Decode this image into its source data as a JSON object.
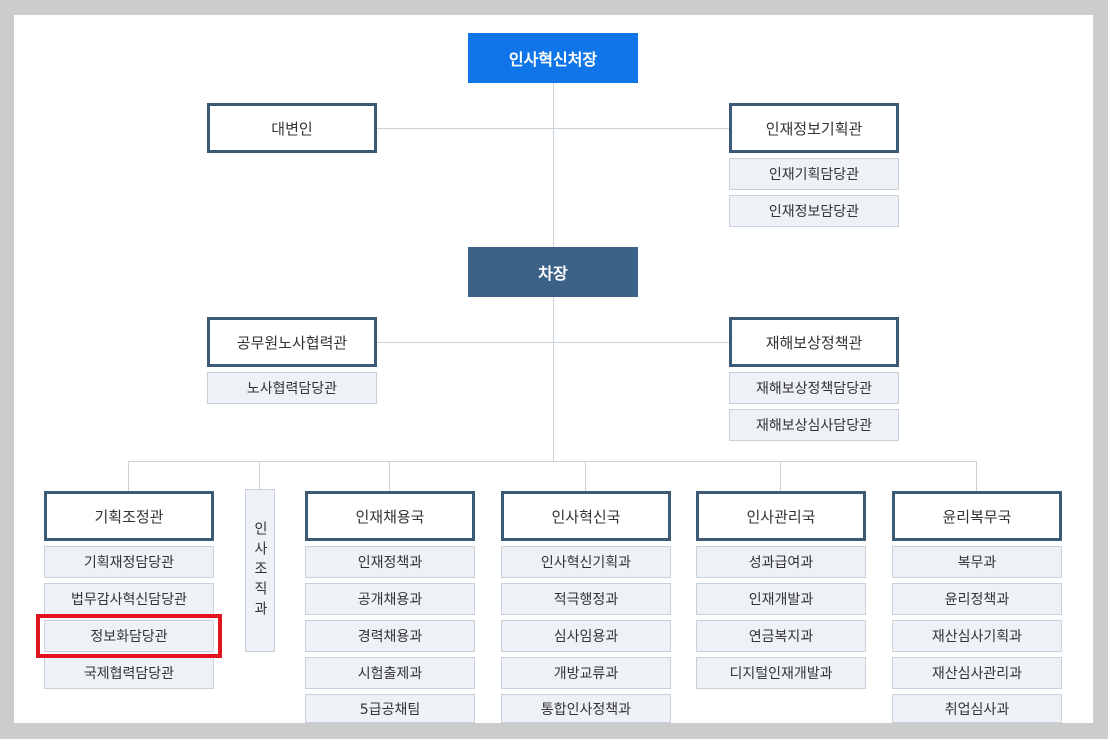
{
  "chief": "인사혁신처장",
  "spokesperson": "대변인",
  "hr_info_planning": {
    "title": "인재정보기획관",
    "units": [
      "인재기획담당관",
      "인재정보담당관"
    ]
  },
  "deputy": "차장",
  "labor_cooperation": {
    "title": "공무원노사협력관",
    "units": [
      "노사협력담당관"
    ]
  },
  "accident_compensation": {
    "title": "재해보상정책관",
    "units": [
      "재해보상정책담당관",
      "재해보상심사담당관"
    ]
  },
  "planning_coordination": {
    "title": "기획조정관",
    "units": [
      "기획재정담당관",
      "법무감사혁신담당관",
      "정보화담당관",
      "국제협력담당관"
    ]
  },
  "hr_organization_division": "인사조직과",
  "talent_recruitment": {
    "title": "인재채용국",
    "units": [
      "인재정책과",
      "공개채용과",
      "경력채용과",
      "시험출제과",
      "5급공채팀"
    ]
  },
  "hr_innovation": {
    "title": "인사혁신국",
    "units": [
      "인사혁신기획과",
      "적극행정과",
      "심사임용과",
      "개방교류과",
      "통합인사정책과"
    ]
  },
  "hr_management": {
    "title": "인사관리국",
    "units": [
      "성과급여과",
      "인재개발과",
      "연금복지과",
      "디지털인재개발과"
    ]
  },
  "ethics_service": {
    "title": "윤리복무국",
    "units": [
      "복무과",
      "윤리정책과",
      "재산심사기획과",
      "재산심사관리과",
      "취업심사과"
    ]
  },
  "highlighted_unit": "정보화담당관",
  "colors": {
    "chief_bg": "#1075e8",
    "deputy_bg": "#3d6287",
    "head_border": "#3c5a74",
    "sub_bg": "#eef2f6",
    "highlight_border": "#e0141e",
    "connector": "#c9d3dc"
  }
}
